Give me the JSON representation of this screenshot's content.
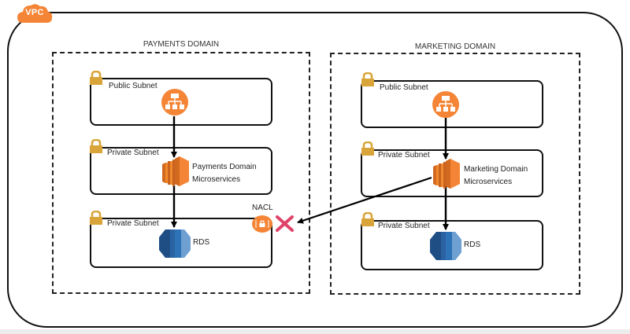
{
  "vpc": {
    "label": "VPC",
    "badge_color": "#F58536"
  },
  "domains": [
    {
      "title": "PAYMENTS DOMAIN",
      "subnets": [
        {
          "label": "Public Subnet",
          "service": "load-balancer"
        },
        {
          "label": "Private Subnet",
          "service": "ec2",
          "service_label_line1": "Payments Domain",
          "service_label_line2": "Microservices"
        },
        {
          "label": "Private Subnet",
          "service": "rds",
          "service_label": "RDS"
        }
      ]
    },
    {
      "title": "MARKETING DOMAIN",
      "subnets": [
        {
          "label": "Public Subnet",
          "service": "load-balancer"
        },
        {
          "label": "Private Subnet",
          "service": "ec2",
          "service_label_line1": "Marketing Domain",
          "service_label_line2": "Microservices"
        },
        {
          "label": "Private Subnet",
          "service": "rds",
          "service_label": "RDS"
        }
      ]
    }
  ],
  "nacl": {
    "label": "NACL",
    "status": "blocked"
  },
  "colors": {
    "aws_orange": "#F58536",
    "ec2_orange": "#F08A2C",
    "lock_gold": "#D9A53A",
    "rds_blue": "#2E73B8",
    "block_red": "#E0436A"
  }
}
